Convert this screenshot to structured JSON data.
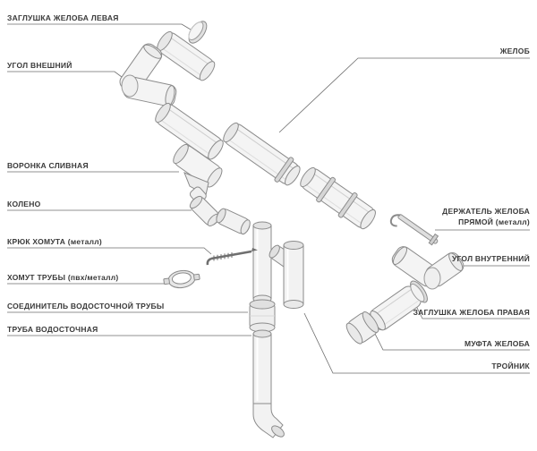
{
  "colors": {
    "background": "#ffffff",
    "label_text": "#3a3a3a",
    "leader_line": "#6e6e6e",
    "part_stroke": "#8b8b8b",
    "part_fill": "#f4f4f4"
  },
  "parts": {
    "left": [
      {
        "id": "gutter-end-cap-left",
        "label": "ЗАГЛУШКА ЖЕЛОБА ЛЕВАЯ"
      },
      {
        "id": "corner-outer",
        "label": "УГОЛ ВНЕШНИЙ"
      },
      {
        "id": "funnel",
        "label": "ВОРОНКА СЛИВНАЯ"
      },
      {
        "id": "elbow",
        "label": "КОЛЕНО"
      },
      {
        "id": "clamp-hook",
        "label": "КРЮК ХОМУТА (металл)"
      },
      {
        "id": "pipe-clamp",
        "label": "ХОМУТ ТРУБЫ (пвх/металл)"
      },
      {
        "id": "pipe-connector",
        "label": "СОЕДИНИТЕЛЬ ВОДОСТОЧНОЙ ТРУБЫ"
      },
      {
        "id": "downpipe",
        "label": "ТРУБА ВОДОСТОЧНАЯ"
      }
    ],
    "right": [
      {
        "id": "gutter",
        "label": "ЖЕЛОБ"
      },
      {
        "id": "gutter-bracket-straight",
        "label": "ДЕРЖАТЕЛЬ ЖЕЛОБА ПРЯМОЙ (металл)"
      },
      {
        "id": "corner-inner",
        "label": "УГОЛ ВНУТРЕННИЙ"
      },
      {
        "id": "gutter-end-cap-right",
        "label": "ЗАГЛУШКА ЖЕЛОБА ПРАВАЯ"
      },
      {
        "id": "gutter-coupling",
        "label": "МУФТА ЖЕЛОБА"
      },
      {
        "id": "tee",
        "label": "ТРОЙНИК"
      }
    ]
  }
}
